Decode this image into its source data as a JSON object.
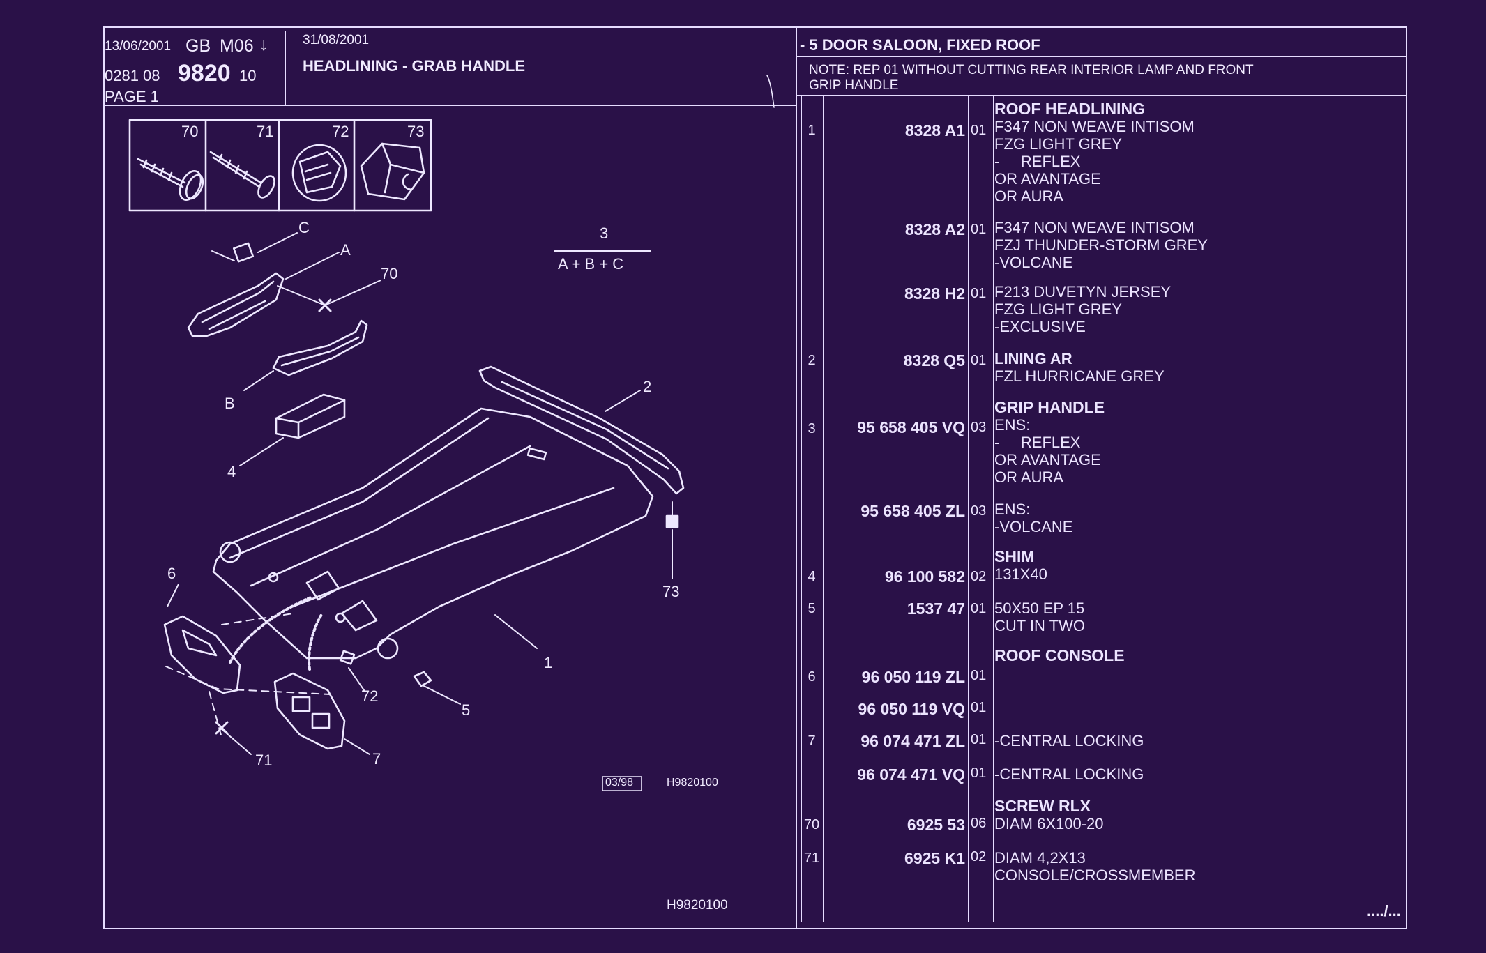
{
  "header": {
    "date1": "13/06/2001",
    "lang": "GB",
    "model": "M06",
    "arrow": "↓",
    "code_prefix": "0281  08",
    "code_main": "9820",
    "code_suffix": "10",
    "page": "PAGE  1",
    "date2": "31/08/2001",
    "title": "HEADLINING - GRAB HANDLE",
    "vehicle": "- 5 DOOR SALOON, FIXED ROOF",
    "note_line1": "NOTE: REP 01 WITHOUT CUTTING REAR INTERIOR LAMP AND FRONT",
    "note_line2": "GRIP HANDLE"
  },
  "thumbnails": [
    "70",
    "71",
    "72",
    "73"
  ],
  "diagram": {
    "fraction_top": "3",
    "fraction_bottom": "A + B + C",
    "callouts": {
      "c": "C",
      "a": "A",
      "b": "B",
      "n70": "70",
      "n2": "2",
      "n4": "4",
      "n6": "6",
      "n73": "73",
      "n1": "1",
      "n72": "72",
      "n5": "5",
      "n71": "71",
      "n7": "7"
    },
    "stamp": "03/98",
    "ref_small": "H9820100",
    "ref_bottom": "H9820100"
  },
  "parts": [
    {
      "ref": "1",
      "part": "8328 A1",
      "qty": "01",
      "title": "ROOF HEADLINING",
      "lines": [
        "F347 NON WEAVE INTISOM",
        "FZG LIGHT GREY",
        "-     REFLEX",
        "OR AVANTAGE",
        "OR AURA"
      ]
    },
    {
      "ref": "",
      "part": "8328 A2",
      "qty": "01",
      "title": "",
      "lines": [
        "F347 NON WEAVE INTISOM",
        "FZJ THUNDER-STORM GREY",
        "-VOLCANE"
      ]
    },
    {
      "ref": "",
      "part": "8328 H2",
      "qty": "01",
      "title": "",
      "lines": [
        "F213 DUVETYN JERSEY",
        "FZG LIGHT GREY",
        "-EXCLUSIVE"
      ]
    },
    {
      "ref": "2",
      "part": "8328 Q5",
      "qty": "01",
      "title": "",
      "lines": [
        "LINING AR",
        "FZL HURRICANE GREY"
      ]
    },
    {
      "ref": "3",
      "part": "95 658 405 VQ",
      "qty": "03",
      "title": "GRIP HANDLE",
      "lines": [
        "ENS:",
        "-     REFLEX",
        "OR AVANTAGE",
        "OR AURA"
      ]
    },
    {
      "ref": "",
      "part": "95 658 405 ZL",
      "qty": "03",
      "title": "",
      "lines": [
        "ENS:",
        "-VOLCANE"
      ]
    },
    {
      "ref": "4",
      "part": "96 100 582",
      "qty": "02",
      "title": "SHIM",
      "lines": [
        "131X40"
      ]
    },
    {
      "ref": "5",
      "part": "1537 47",
      "qty": "01",
      "title": "",
      "lines": [
        "50X50 EP 15",
        "CUT IN TWO"
      ]
    },
    {
      "ref": "6",
      "part": "96 050 119 ZL",
      "qty": "01",
      "title": "ROOF CONSOLE",
      "lines": []
    },
    {
      "ref": "",
      "part": "96 050 119 VQ",
      "qty": "01",
      "title": "",
      "lines": []
    },
    {
      "ref": "7",
      "part": "96 074 471 ZL",
      "qty": "01",
      "title": "",
      "lines": [
        "-CENTRAL LOCKING"
      ]
    },
    {
      "ref": "",
      "part": "96 074 471 VQ",
      "qty": "01",
      "title": "",
      "lines": [
        "-CENTRAL LOCKING"
      ]
    },
    {
      "ref": "70",
      "part": "6925 53",
      "qty": "06",
      "title": "SCREW RLX",
      "lines": [
        "DIAM 6X100-20"
      ]
    },
    {
      "ref": "71",
      "part": "6925 K1",
      "qty": "02",
      "title": "",
      "lines": [
        "DIAM 4,2X13",
        "CONSOLE/CROSSMEMBER"
      ]
    }
  ],
  "continued": "..../..."
}
